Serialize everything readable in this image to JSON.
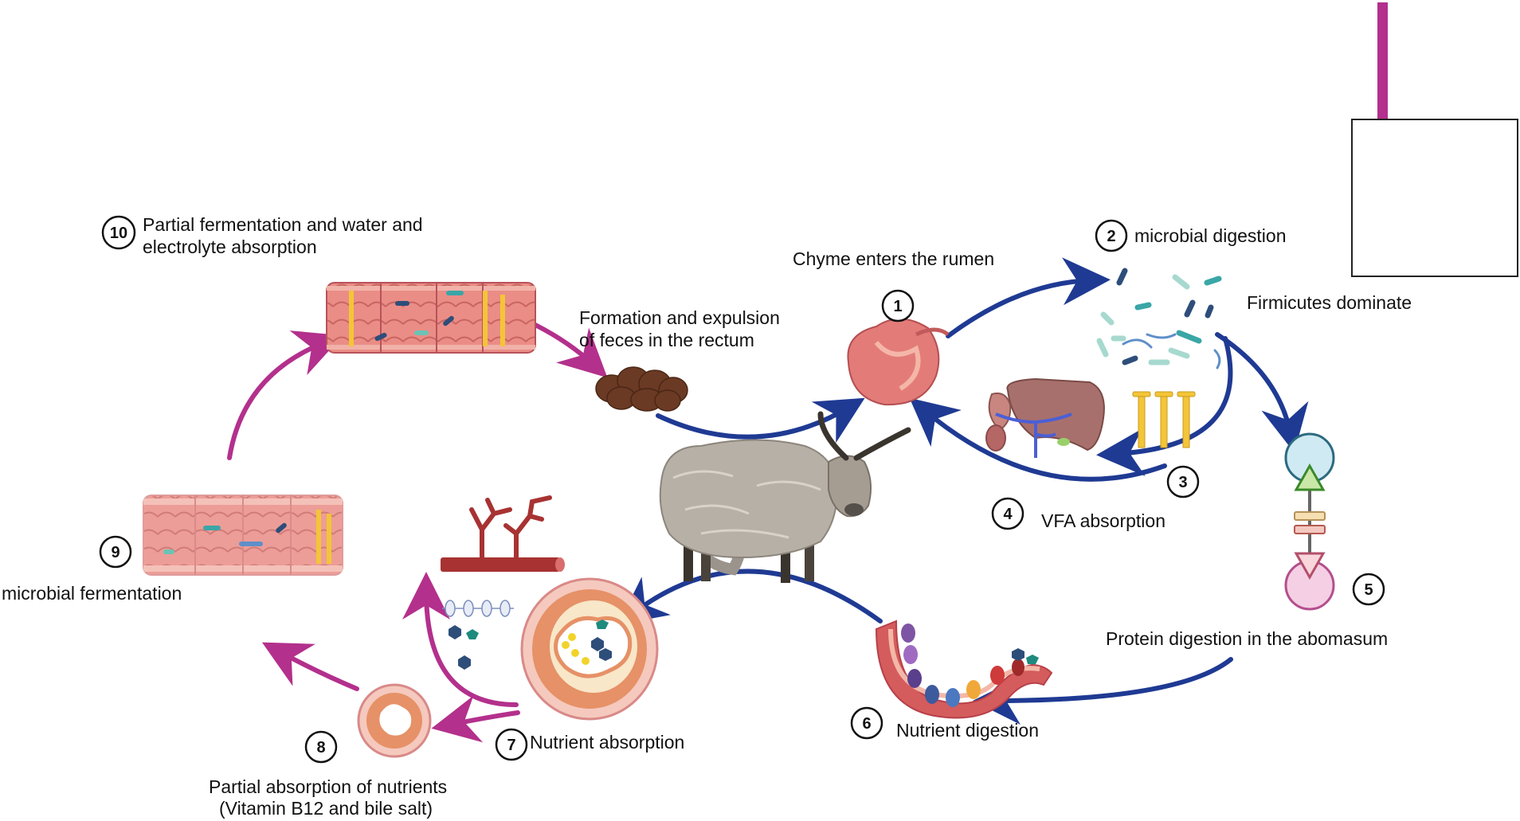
{
  "colors": {
    "blue_arrow": "#1f3a93",
    "magenta_arrow": "#b3308c",
    "tissue": "#e98b86",
    "tissue_dark": "#c65e5e",
    "feces": "#6b3a24",
    "vfa_bars": "#f3c537"
  },
  "steps": [
    {
      "num": "1",
      "label": "Chyme enters the rumen"
    },
    {
      "num": "2",
      "label": "microbial digestion"
    },
    {
      "num": "3",
      "label": ""
    },
    {
      "num": "4",
      "label": "VFA absorption"
    },
    {
      "num": "5",
      "label": "Protein digestion in the abomasum"
    },
    {
      "num": "6",
      "label": "Nutrient digestion"
    },
    {
      "num": "7",
      "label": "Nutrient absorption"
    },
    {
      "num": "8",
      "label_line1": "Partial absorption of nutrients",
      "label_line2": "(Vitamin B12 and bile salt)"
    },
    {
      "num": "9",
      "label": "microbial fermentation"
    },
    {
      "num": "10",
      "label_line1": "Partial fermentation and water and",
      "label_line2": "electrolyte absorption"
    }
  ],
  "annotations": {
    "firmicutes": "Firmicutes dominate",
    "feces_line1": "Formation and expulsion",
    "feces_line2": "of feces in the rectum"
  },
  "icons": [
    "rumen-icon",
    "bacteria-icon",
    "liver-kidney-icon",
    "vfa-bars-icon",
    "protein-molecule-icon",
    "intestine-villi-icon",
    "small-intestine-cross-section-icon",
    "large-intestine-cross-section-icon",
    "blood-vessel-icon",
    "colon-segment-icon",
    "feces-icon",
    "yak-image"
  ]
}
